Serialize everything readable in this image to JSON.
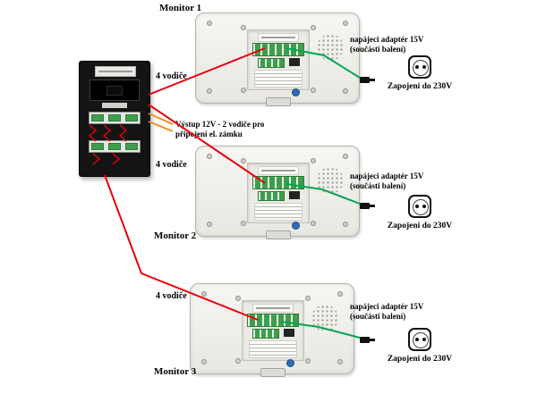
{
  "diagram": {
    "monitors": [
      {
        "label": "Monitor 1"
      },
      {
        "label": "Monitor 2"
      },
      {
        "label": "Monitor 3"
      }
    ],
    "labels": {
      "four_wires": "4 vodiče",
      "lock_output": "Výstup 12V - 2 vodiče pro připojení el. zámku"
    },
    "power": {
      "adapter_line1": "napájeci adaptér 15V",
      "adapter_line2": "(součásti balení)",
      "outlet_label": "Zapojeni do 230V"
    },
    "colors": {
      "wire_red": "#e8000d",
      "wire_green": "#00a651",
      "wire_orange": "#f28b1f",
      "terminal_green": "#3f9e4d",
      "door_station_body": "#141414",
      "monitor_body": "#f2f1ec",
      "brand_blue": "#2e6db4"
    }
  }
}
